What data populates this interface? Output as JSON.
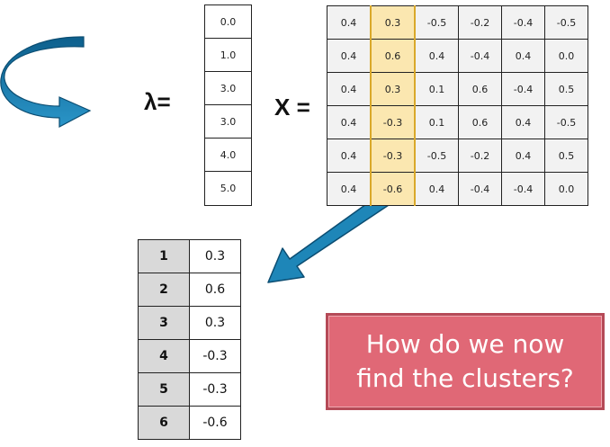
{
  "labels": {
    "lambda": "λ=",
    "x": "X ="
  },
  "lambda_vector": [
    "0.0",
    "1.0",
    "3.0",
    "3.0",
    "4.0",
    "5.0"
  ],
  "matrix": [
    [
      "0.4",
      "0.3",
      "-0.5",
      "-0.2",
      "-0.4",
      "-0.5"
    ],
    [
      "0.4",
      "0.6",
      "0.4",
      "-0.4",
      "0.4",
      "0.0"
    ],
    [
      "0.4",
      "0.3",
      "0.1",
      "0.6",
      "-0.4",
      "0.5"
    ],
    [
      "0.4",
      "-0.3",
      "0.1",
      "0.6",
      "0.4",
      "-0.5"
    ],
    [
      "0.4",
      "-0.3",
      "-0.5",
      "-0.2",
      "0.4",
      "0.5"
    ],
    [
      "0.4",
      "-0.6",
      "0.4",
      "-0.4",
      "-0.4",
      "0.0"
    ]
  ],
  "highlighted_column": 2,
  "result_rows": [
    {
      "index": "1",
      "value": "0.3"
    },
    {
      "index": "2",
      "value": "0.6"
    },
    {
      "index": "3",
      "value": "0.3"
    },
    {
      "index": "4",
      "value": "-0.3"
    },
    {
      "index": "5",
      "value": "-0.3"
    },
    {
      "index": "6",
      "value": "-0.6"
    }
  ],
  "callout": {
    "line1": "How do we now",
    "line2": "find the clusters?"
  },
  "colors": {
    "arrow": "#1e86b8",
    "highlight": "#fbe7b0",
    "matrix_cell": "#f2f2f2",
    "index_cell": "#d9d9d9",
    "callout_fill": "#e06876",
    "callout_border": "#b54a57"
  }
}
